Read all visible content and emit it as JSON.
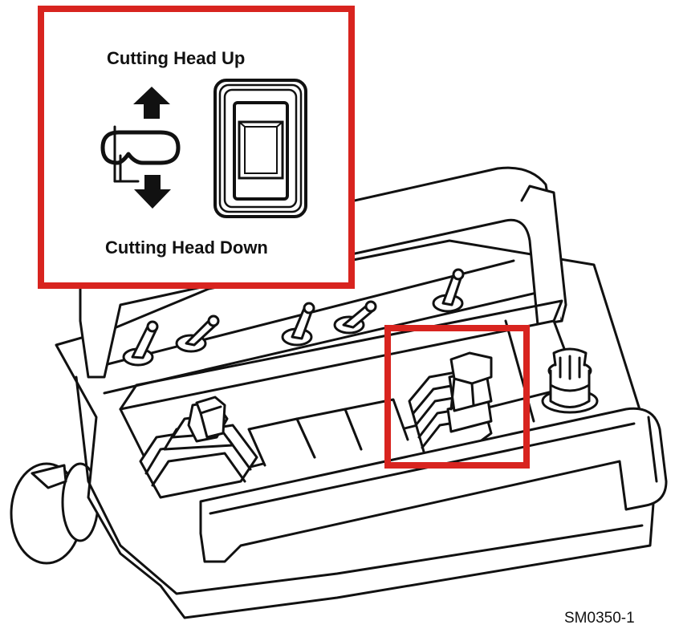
{
  "callout": {
    "label_up": "Cutting Head Up",
    "label_down": "Cutting Head Down"
  },
  "figure_id": "SM0350-1",
  "colors": {
    "callout_border": "#d8241f",
    "line": "#111111",
    "fill": "#ffffff"
  },
  "icons": [
    "arrow-up-icon",
    "arrow-down-icon",
    "cutting-head-symbol-icon",
    "rocker-switch-icon"
  ]
}
